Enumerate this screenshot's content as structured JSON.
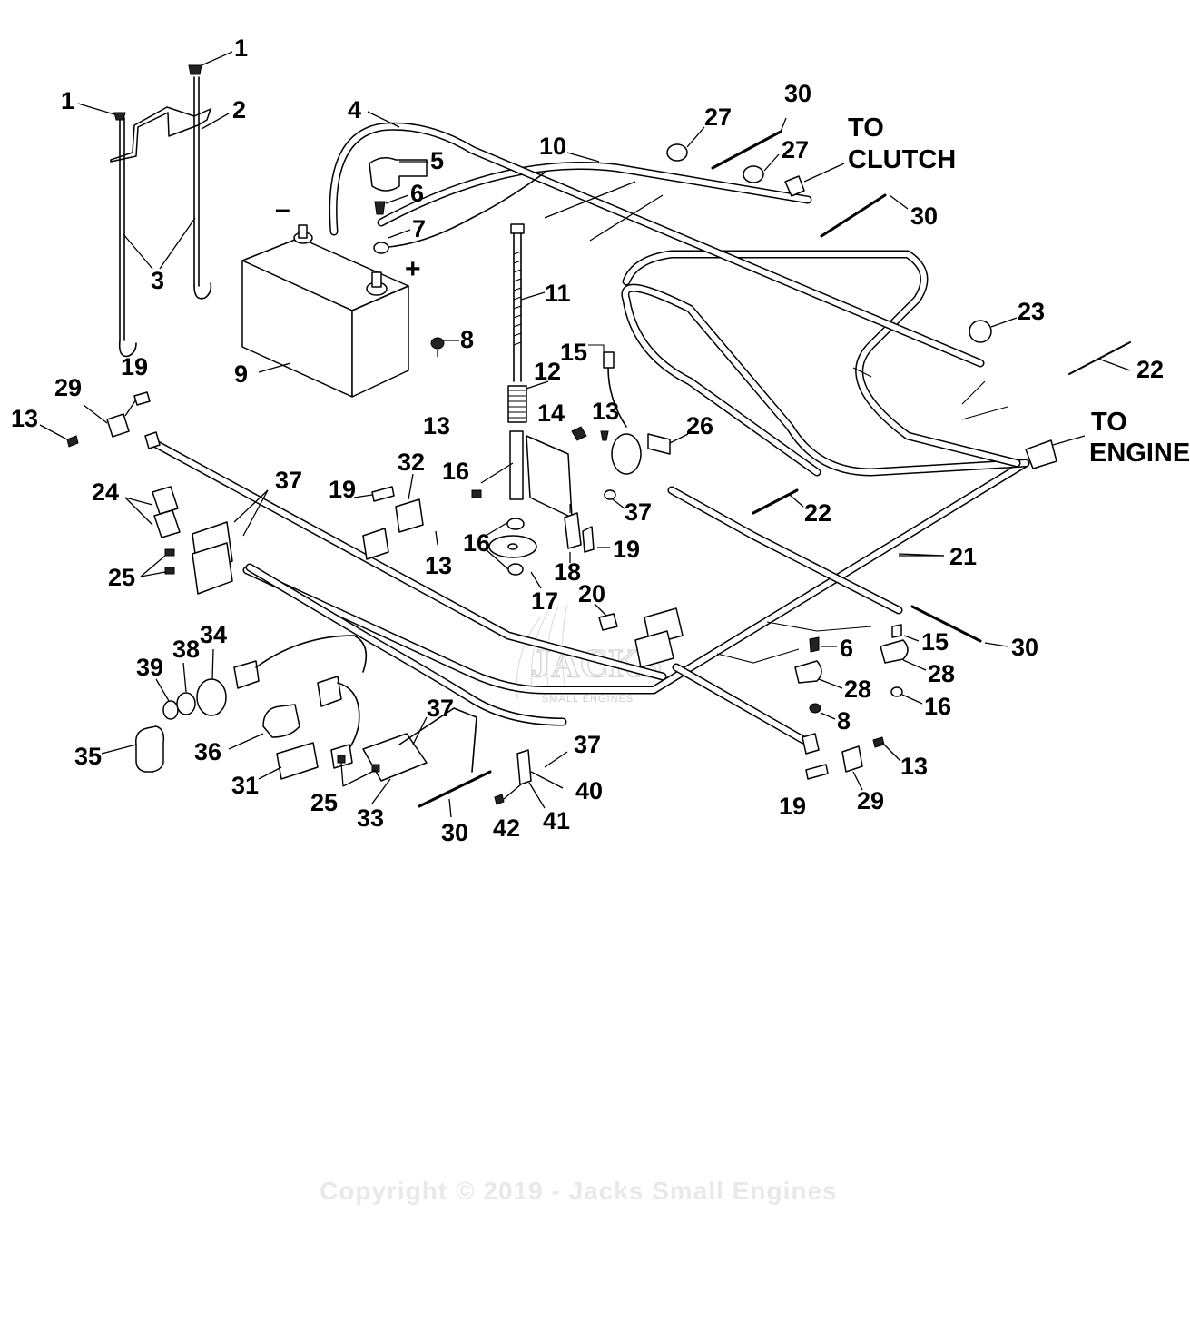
{
  "diagram": {
    "part_labels": [
      {
        "id": "p1a",
        "text": "1"
      },
      {
        "id": "p1b",
        "text": "1"
      },
      {
        "id": "p2",
        "text": "2"
      },
      {
        "id": "p3",
        "text": "3"
      },
      {
        "id": "p4",
        "text": "4"
      },
      {
        "id": "p5",
        "text": "5"
      },
      {
        "id": "p6a",
        "text": "6"
      },
      {
        "id": "p6b",
        "text": "6"
      },
      {
        "id": "p7",
        "text": "7"
      },
      {
        "id": "p8a",
        "text": "8"
      },
      {
        "id": "p8b",
        "text": "8"
      },
      {
        "id": "p9",
        "text": "9"
      },
      {
        "id": "p10",
        "text": "10"
      },
      {
        "id": "p11",
        "text": "11"
      },
      {
        "id": "p12",
        "text": "12"
      },
      {
        "id": "p13a",
        "text": "13"
      },
      {
        "id": "p13b",
        "text": "13"
      },
      {
        "id": "p13c",
        "text": "13"
      },
      {
        "id": "p13d",
        "text": "13"
      },
      {
        "id": "p13e",
        "text": "13"
      },
      {
        "id": "p14",
        "text": "14"
      },
      {
        "id": "p15a",
        "text": "15"
      },
      {
        "id": "p15b",
        "text": "15"
      },
      {
        "id": "p16a",
        "text": "16"
      },
      {
        "id": "p16b",
        "text": "16"
      },
      {
        "id": "p16c",
        "text": "16"
      },
      {
        "id": "p17",
        "text": "17"
      },
      {
        "id": "p18",
        "text": "18"
      },
      {
        "id": "p19a",
        "text": "19"
      },
      {
        "id": "p19b",
        "text": "19"
      },
      {
        "id": "p19c",
        "text": "19"
      },
      {
        "id": "p19d",
        "text": "19"
      },
      {
        "id": "p20",
        "text": "20"
      },
      {
        "id": "p21",
        "text": "21"
      },
      {
        "id": "p22a",
        "text": "22"
      },
      {
        "id": "p22b",
        "text": "22"
      },
      {
        "id": "p23",
        "text": "23"
      },
      {
        "id": "p24",
        "text": "24"
      },
      {
        "id": "p25a",
        "text": "25"
      },
      {
        "id": "p25b",
        "text": "25"
      },
      {
        "id": "p26",
        "text": "26"
      },
      {
        "id": "p27a",
        "text": "27"
      },
      {
        "id": "p27b",
        "text": "27"
      },
      {
        "id": "p28a",
        "text": "28"
      },
      {
        "id": "p28b",
        "text": "28"
      },
      {
        "id": "p29a",
        "text": "29"
      },
      {
        "id": "p29b",
        "text": "29"
      },
      {
        "id": "p30a",
        "text": "30"
      },
      {
        "id": "p30b",
        "text": "30"
      },
      {
        "id": "p30c",
        "text": "30"
      },
      {
        "id": "p30d",
        "text": "30"
      },
      {
        "id": "p31",
        "text": "31"
      },
      {
        "id": "p32",
        "text": "32"
      },
      {
        "id": "p33",
        "text": "33"
      },
      {
        "id": "p34",
        "text": "34"
      },
      {
        "id": "p35",
        "text": "35"
      },
      {
        "id": "p36",
        "text": "36"
      },
      {
        "id": "p37a",
        "text": "37"
      },
      {
        "id": "p37b",
        "text": "37"
      },
      {
        "id": "p37c",
        "text": "37"
      },
      {
        "id": "p37d",
        "text": "37"
      },
      {
        "id": "p38",
        "text": "38"
      },
      {
        "id": "p39",
        "text": "39"
      },
      {
        "id": "p40",
        "text": "40"
      },
      {
        "id": "p41",
        "text": "41"
      },
      {
        "id": "p42",
        "text": "42"
      }
    ],
    "callouts": {
      "to_clutch_line1": "TO",
      "to_clutch_line2": "CLUTCH",
      "to_engine_line1": "TO",
      "to_engine_line2": "ENGINE"
    },
    "polarity": {
      "negative": "–",
      "positive": "+"
    },
    "watermark": {
      "logo_text": "JACKS",
      "logo_subtext": "SMALL ENGINES",
      "copyright": "Copyright © 2019 - Jacks Small Engines"
    }
  }
}
